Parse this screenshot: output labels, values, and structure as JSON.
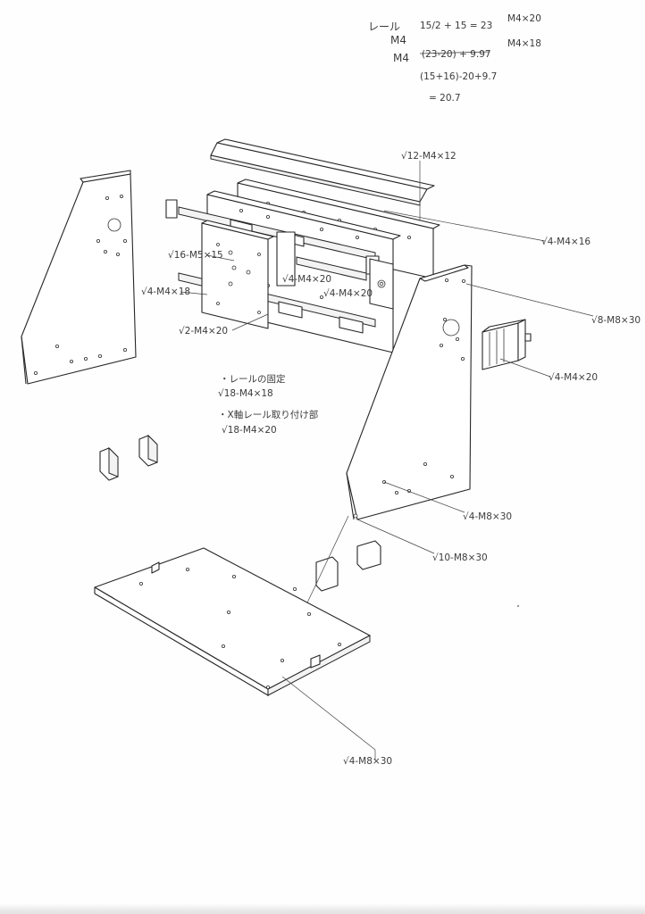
{
  "calc_notes": {
    "rail": "レール",
    "m4_a": "M4",
    "formula_1": "15/2 + 15 = 23",
    "screw_1": "M4×20",
    "m4_b": "M4",
    "formula_struck": "(23-20) + 9.97",
    "screw_2": "M4×18",
    "formula_2": "(15+16)-20+9.7",
    "result": "= 20.7"
  },
  "callouts": {
    "top_plate": "√12-M4×12",
    "rear_rail": "√4-M4×16",
    "carriage_1": "√16-M5×15",
    "carriage_2": "√4-M4×20",
    "carriage_3": "√4-M4×20",
    "carriage_4": "√4-M4×18",
    "carriage_5": "√2-M4×20",
    "side_plate": "√8-M8×30",
    "motor": "√4-M4×20",
    "side_lower": "√4-M8×30",
    "feet": "√10-M8×30",
    "base": "√4-M8×30"
  },
  "rail_notes": {
    "line_1": "・レールの固定",
    "line_2": "√18-M4×18",
    "line_3": "・X軸レール取り付け部",
    "line_4": "√18-M4×20"
  }
}
